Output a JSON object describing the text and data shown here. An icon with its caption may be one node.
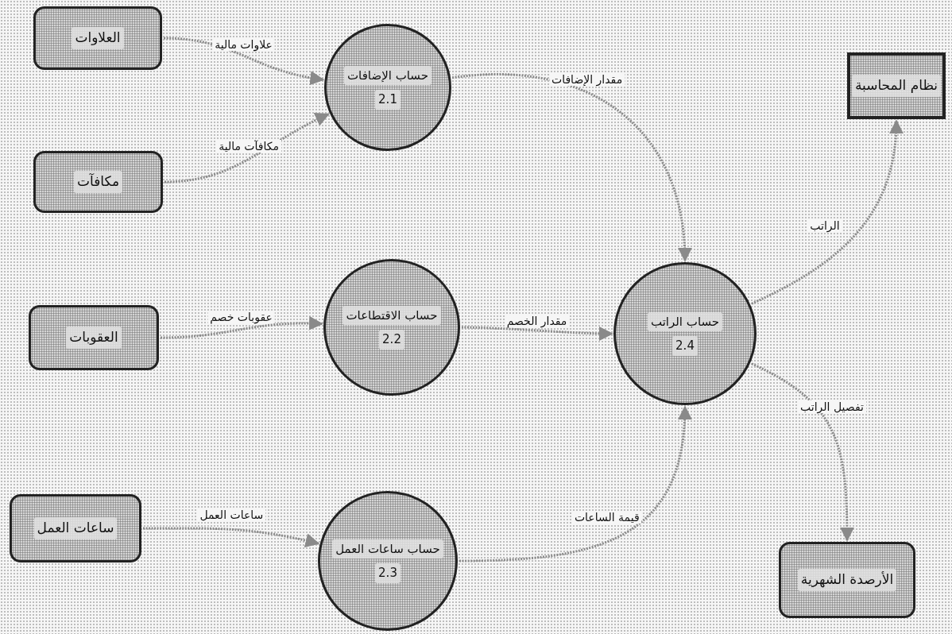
{
  "diagram": {
    "nodes": [
      {
        "text": [
          "العلاوات"
        ]
      },
      {
        "text": [
          "حساب الإضافات",
          "2.1"
        ]
      },
      {
        "text": [
          "نظام المحاسبة"
        ]
      },
      {
        "text": [
          "مكافآت"
        ]
      },
      {
        "text": [
          "العقوبات"
        ]
      },
      {
        "text": [
          "حساب الاقتطاعات",
          "2.2"
        ]
      },
      {
        "text": [
          "حساب الراتب",
          "2.4"
        ]
      },
      {
        "text": [
          "ساعات العمل"
        ]
      },
      {
        "text": [
          "حساب ساعات العمل",
          "2.3"
        ]
      },
      {
        "text": [
          "الأرصدة الشهرية"
        ]
      }
    ],
    "edges": [
      {
        "from": 0,
        "to": 1,
        "arrow": "to",
        "label": "علاوات مالية"
      },
      {
        "from": 3,
        "to": 1,
        "arrow": "to",
        "label": "مكافآت مالية"
      },
      {
        "from": 1,
        "to": 6,
        "arrow": "to",
        "label": "مقدار الإضافات"
      },
      {
        "from": 6,
        "to": 2,
        "arrow": "to",
        "label": "الراتب"
      },
      {
        "from": 4,
        "to": 5,
        "arrow": "to",
        "label": "عقوبات خصم"
      },
      {
        "from": 5,
        "to": 6,
        "arrow": "to",
        "label": "مقدار الخصم"
      },
      {
        "from": 6,
        "to": 9,
        "arrow": "to",
        "label": "تفصيل الراتب"
      },
      {
        "from": 7,
        "to": 8,
        "arrow": "to",
        "label": "ساعات العمل"
      },
      {
        "from": 8,
        "to": 6,
        "arrow": "to",
        "label": "قيمة الساعات"
      }
    ]
  }
}
